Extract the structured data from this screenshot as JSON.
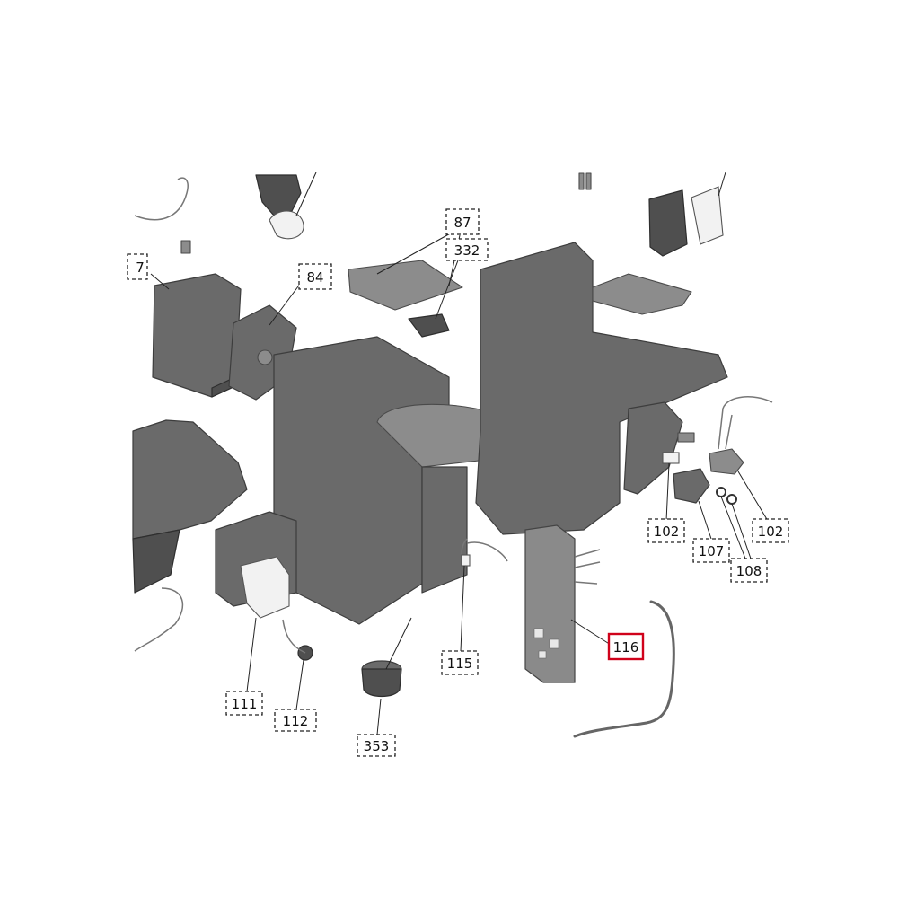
{
  "labels": [
    {
      "id": "87",
      "text": "87"
    },
    {
      "id": "332",
      "text": "332"
    },
    {
      "id": "84",
      "text": "84"
    },
    {
      "id": "7",
      "text": "7"
    },
    {
      "id": "102a",
      "text": "102"
    },
    {
      "id": "102b",
      "text": "102"
    },
    {
      "id": "107",
      "text": "107"
    },
    {
      "id": "108",
      "text": "108"
    },
    {
      "id": "116",
      "text": "116",
      "highlighted": true
    },
    {
      "id": "115",
      "text": "115"
    },
    {
      "id": "111",
      "text": "111"
    },
    {
      "id": "112",
      "text": "112"
    },
    {
      "id": "353",
      "text": "353"
    }
  ],
  "colors": {
    "highlight": "#d0021b",
    "part_fill": "#6a6a6a",
    "label_border": "#222222"
  }
}
